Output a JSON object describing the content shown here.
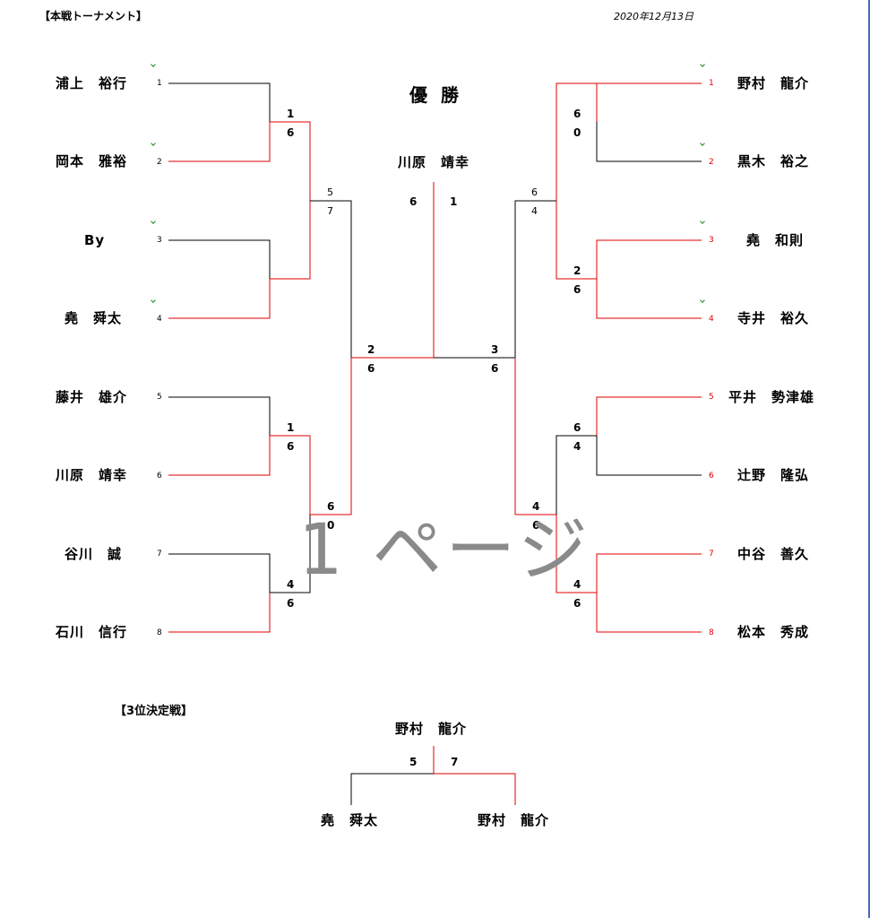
{
  "header": {
    "title": "【本戦トーナメント】",
    "date": "2020年12月13日"
  },
  "champion": {
    "title": "優 勝",
    "name": "川原　靖幸",
    "score_left": "6",
    "score_right": "1"
  },
  "left_players": [
    {
      "name": "浦上　裕行",
      "seed": "1"
    },
    {
      "name": "岡本　雅裕",
      "seed": "2"
    },
    {
      "name": "By",
      "seed": "3"
    },
    {
      "name": "堯　舜太",
      "seed": "4"
    },
    {
      "name": "藤井　雄介",
      "seed": "5"
    },
    {
      "name": "川原　靖幸",
      "seed": "6"
    },
    {
      "name": "谷川　誠",
      "seed": "7"
    },
    {
      "name": "石川　信行",
      "seed": "8"
    }
  ],
  "right_players": [
    {
      "name": "野村　龍介",
      "seed": "1"
    },
    {
      "name": "黒木　裕之",
      "seed": "2"
    },
    {
      "name": "堯　和則",
      "seed": "3"
    },
    {
      "name": "寺井　裕久",
      "seed": "4"
    },
    {
      "name": "平井　勢津雄",
      "seed": "5"
    },
    {
      "name": "辻野　隆弘",
      "seed": "6"
    },
    {
      "name": "中谷　善久",
      "seed": "7"
    },
    {
      "name": "松本　秀成",
      "seed": "8"
    }
  ],
  "left_scores": {
    "r1_m1": [
      "1",
      "6"
    ],
    "r1_m3": [
      "1",
      "6"
    ],
    "r1_m4": [
      "4",
      "6"
    ],
    "r2_m1": [
      "5",
      "7"
    ],
    "r2_m2": [
      "6",
      "0"
    ],
    "semi": [
      "2",
      "6"
    ]
  },
  "right_scores": {
    "r1_m1": [
      "6",
      "0"
    ],
    "r1_m2": [
      "2",
      "6"
    ],
    "r1_m3": [
      "6",
      "4"
    ],
    "r1_m4": [
      "4",
      "6"
    ],
    "r2_m1": [
      "6",
      "4"
    ],
    "r2_m2": [
      "4",
      "6"
    ],
    "semi": [
      "3",
      "6"
    ]
  },
  "third_place": {
    "title": "【3位決定戦】",
    "winner": "野村　龍介",
    "score_left": "5",
    "score_right": "7",
    "player_left": "堯　舜太",
    "player_right": "野村　龍介"
  },
  "watermark": "1 ページ",
  "colors": {
    "win_line": "#e00000",
    "lose_line": "#000000",
    "page_border": "#4a6bb5",
    "watermark": "#8a8a8a"
  }
}
